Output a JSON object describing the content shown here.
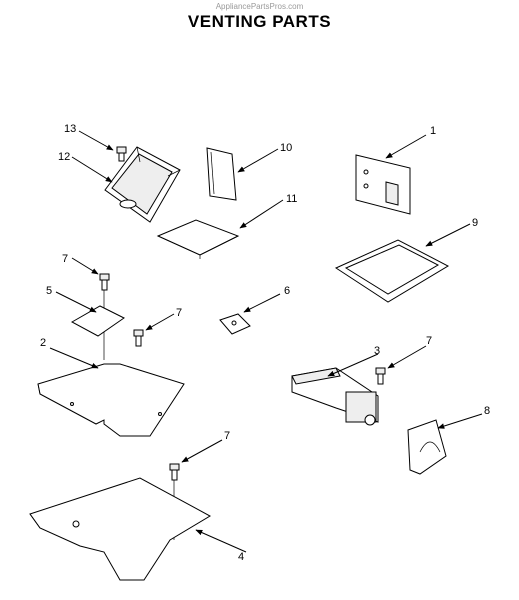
{
  "header": {
    "watermark": "AppliancePartsPros.com",
    "title": "VENTING PARTS"
  },
  "callouts": {
    "c1": "1",
    "c2": "2",
    "c3": "3",
    "c4": "4",
    "c5": "5",
    "c6": "6",
    "c7a": "7",
    "c7b": "7",
    "c7c": "7",
    "c7d": "7",
    "c8": "8",
    "c9": "9",
    "c10": "10",
    "c11": "11",
    "c12": "12",
    "c13": "13"
  }
}
